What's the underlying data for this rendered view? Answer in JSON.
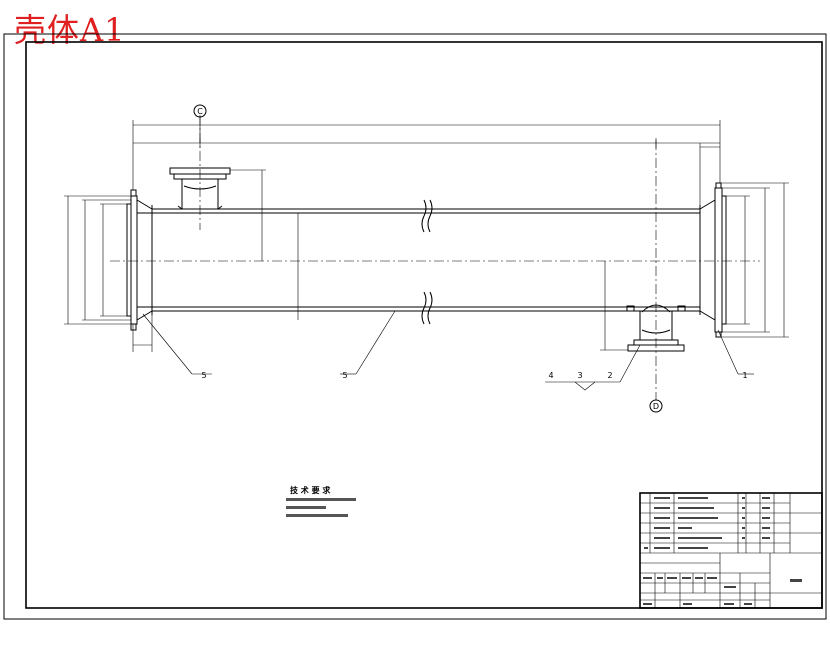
{
  "drawing_title": "壳体A1",
  "callouts": {
    "top_nozzle": "C",
    "bottom_nozzle": "D",
    "part_1": "1",
    "part_2": "2",
    "part_3": "3",
    "part_4": "4",
    "part_5_middle": "5",
    "part_5_left": "5"
  },
  "tech_requirements": {
    "heading": "技 术 要 求"
  },
  "colors": {
    "title": "#e02020",
    "line": "#000000"
  }
}
